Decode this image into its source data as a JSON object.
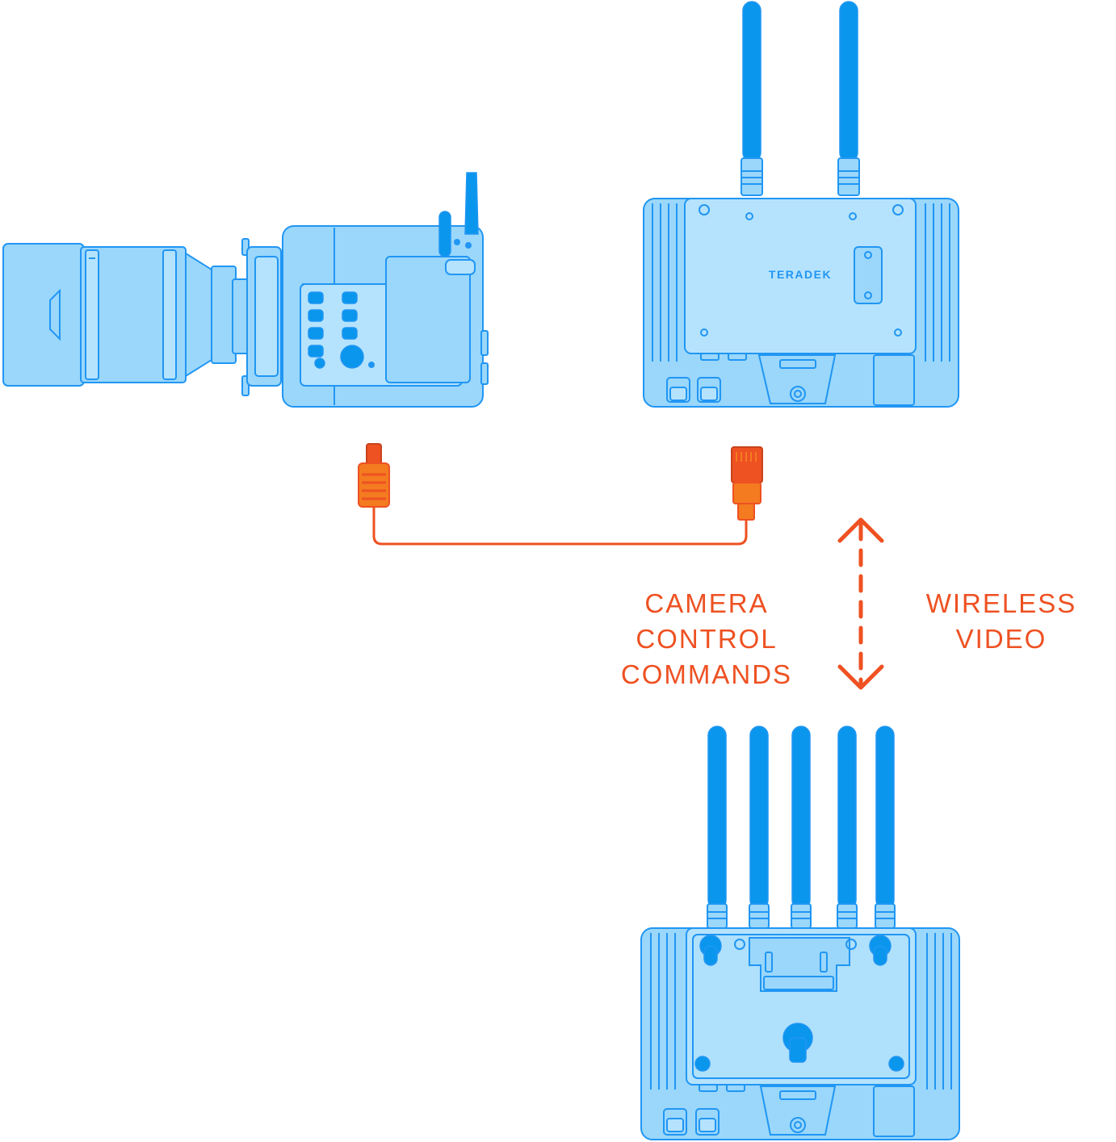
{
  "colors": {
    "device_fill": "#9AD7FB",
    "device_fill_light": "#B5E3FD",
    "device_stroke": "#2196F3",
    "antenna_fill": "#0A96EC",
    "cable_color": "#EE5122",
    "connector_orange": "#F47B20",
    "label_color": "#EE5122"
  },
  "devices": {
    "camera": {
      "icon": "cinema-camera-icon"
    },
    "transmitter": {
      "icon": "wireless-transmitter-icon",
      "logo_text": "TERADEK",
      "antenna_count": 2
    },
    "receiver": {
      "icon": "wireless-receiver-icon",
      "antenna_count": 5
    }
  },
  "cable": {
    "icon": "control-cable-icon"
  },
  "link": {
    "icon": "bidirectional-dashed-arrow-icon"
  },
  "labels": {
    "camera_control": [
      "CAMERA",
      "CONTROL",
      "COMMANDS"
    ],
    "wireless_video": [
      "WIRELESS",
      "VIDEO"
    ]
  }
}
